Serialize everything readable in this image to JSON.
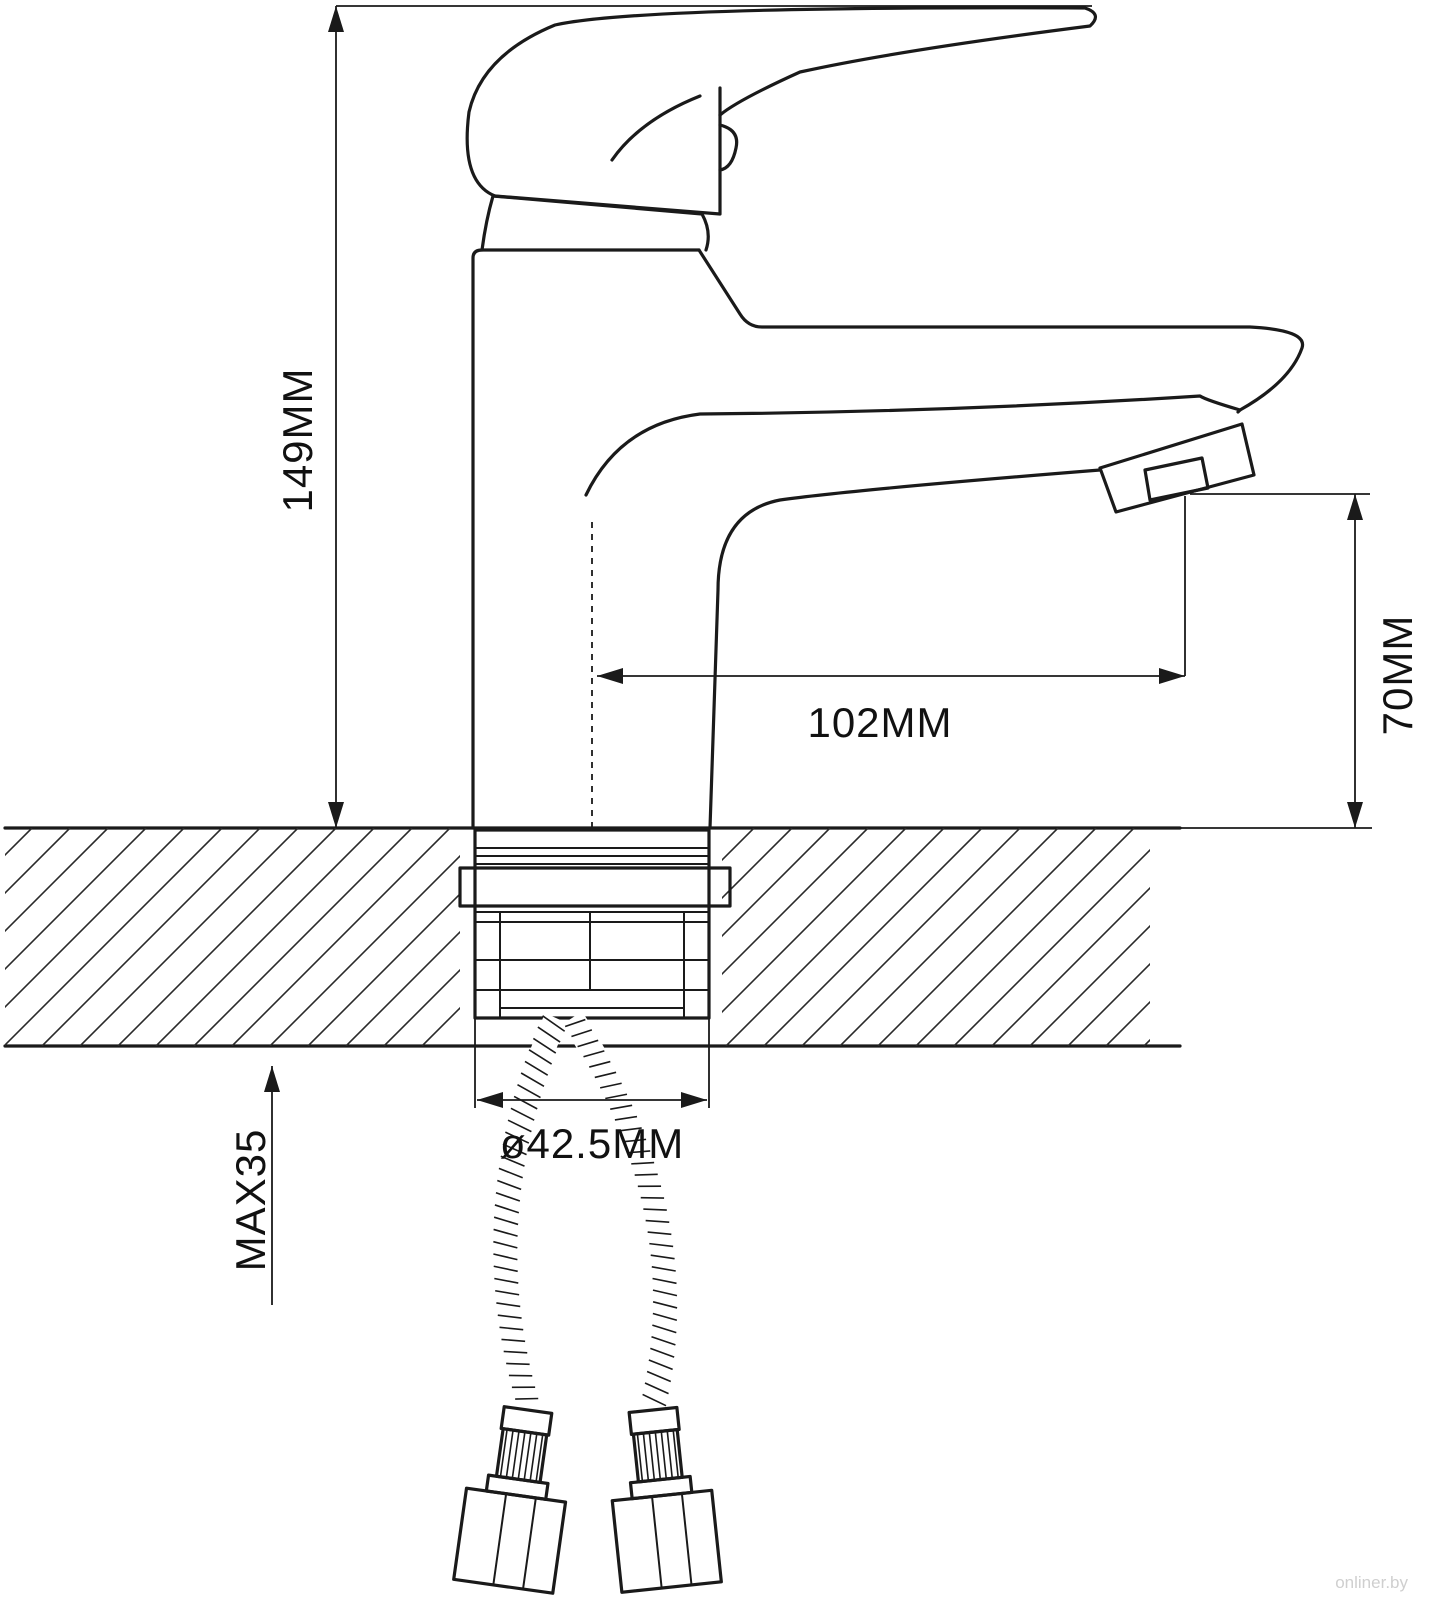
{
  "diagram": {
    "dimensions": {
      "height_label": "149MM",
      "reach_label": "102MM",
      "spout_height_label": "70MM",
      "base_diameter_label": "ø42.5MM",
      "counter_thickness_label": "MAX35"
    },
    "watermark": "onliner.by",
    "colors": {
      "line": "#1a1a1a",
      "background": "#ffffff",
      "watermark": "#cfcfcf"
    }
  }
}
